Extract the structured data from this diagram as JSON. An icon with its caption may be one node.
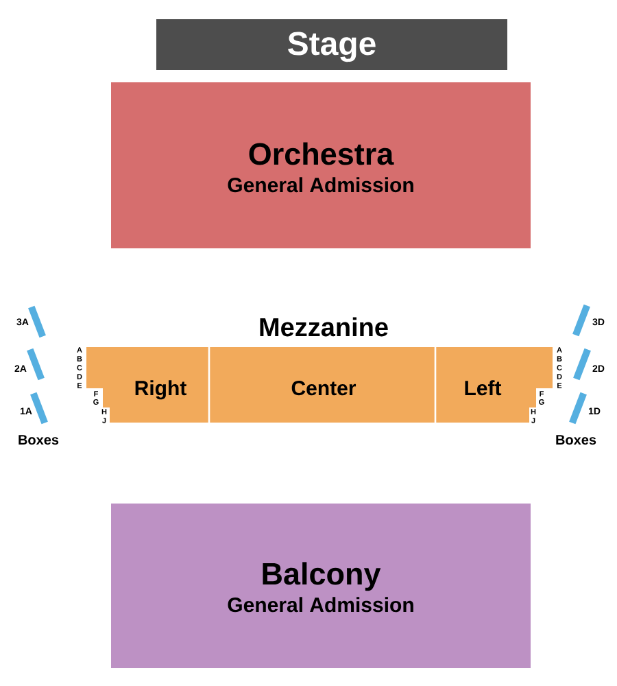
{
  "diagram": {
    "nodes": [
      {
        "text": [
          "Stage"
        ]
      },
      {
        "text": [
          "Orchestra",
          "General Admission"
        ]
      },
      {
        "text": [],
        "shape": "bar",
        "beside": [
          "3A"
        ]
      },
      {
        "text": [],
        "shape": "bar",
        "beside": [
          "2A"
        ]
      },
      {
        "text": [],
        "shape": "bar",
        "beside": [
          "1A"
        ]
      },
      {
        "text": [
          "Mezzanine"
        ]
      },
      {
        "text": [
          "Right"
        ],
        "in": 5
      },
      {
        "text": [
          "Center"
        ],
        "in": 5
      },
      {
        "text": [
          "Left"
        ],
        "in": 5
      },
      {
        "text": [],
        "shape": "bar",
        "beside": [
          "3D"
        ]
      },
      {
        "text": [],
        "shape": "bar",
        "beside": [
          "2D"
        ]
      },
      {
        "text": [],
        "shape": "bar",
        "beside": [
          "1D"
        ]
      },
      {
        "text": [
          "Balcony",
          "General Admission"
        ]
      }
    ],
    "labels": [
      "A",
      "B",
      "C",
      "D",
      "E",
      "F",
      "G",
      "H",
      "J",
      "A",
      "B",
      "C",
      "D",
      "E",
      "F",
      "G",
      "H",
      "J",
      "Boxes",
      "Boxes"
    ]
  }
}
